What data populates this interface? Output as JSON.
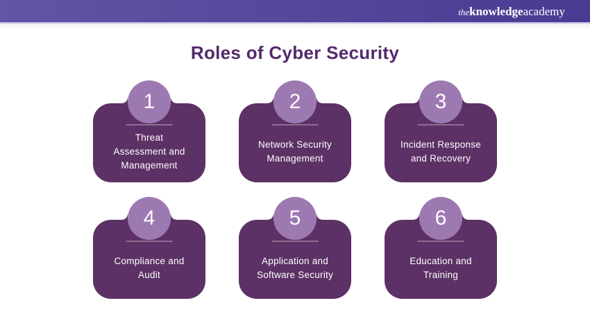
{
  "brand": {
    "logo_the": "the",
    "logo_knowledge": "knowledge",
    "logo_academy": "academy"
  },
  "title": "Roles of Cyber Security",
  "cards": [
    {
      "number": "1",
      "label": "Threat\nAssessment and\nManagement"
    },
    {
      "number": "2",
      "label": "Network Security\nManagement"
    },
    {
      "number": "3",
      "label": "Incident Response\nand Recovery"
    },
    {
      "number": "4",
      "label": "Compliance and\nAudit"
    },
    {
      "number": "5",
      "label": "Application and\nSoftware Security"
    },
    {
      "number": "6",
      "label": "Education and\nTraining"
    }
  ],
  "colors": {
    "header_start": "#6055a6",
    "header_end": "#4a3a92",
    "header_border": "#c9c2e6",
    "title_color": "#522a6b",
    "card_bg": "#5c3165",
    "circle_bg": "#9d79b2",
    "card_text": "#ffffff"
  }
}
